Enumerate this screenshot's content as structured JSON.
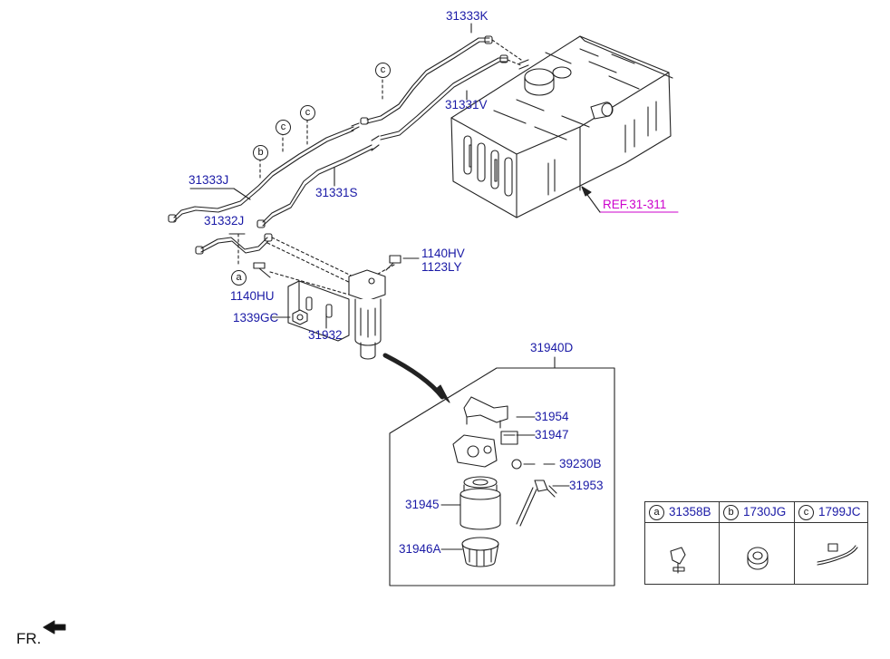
{
  "labels": {
    "p31333K": "31333K",
    "p31331V": "31331V",
    "p31333J": "31333J",
    "p31331S": "31331S",
    "p31332J": "31332J",
    "p1140HV": "1140HV",
    "p1123LY": "1123LY",
    "p1140HU": "1140HU",
    "p1339GC": "1339GC",
    "p31932": "31932",
    "p31940D": "31940D",
    "p31954": "31954",
    "p31947": "31947",
    "p39230B": "39230B",
    "p31953": "31953",
    "p31945": "31945",
    "p31946A": "31946A",
    "ref": "REF.31-311"
  },
  "callouts": {
    "a": "a",
    "b": "b",
    "c": "c"
  },
  "legend": [
    {
      "letter": "a",
      "part": "31358B",
      "icon": "clip-icon"
    },
    {
      "letter": "b",
      "part": "1730JG",
      "icon": "grommet-icon"
    },
    {
      "letter": "c",
      "part": "1799JC",
      "icon": "cable-tie-icon"
    }
  ],
  "front_label": "FR.",
  "colors": {
    "part_number": "#1a1aa6",
    "reference": "#cc00cc",
    "line": "#222222"
  }
}
